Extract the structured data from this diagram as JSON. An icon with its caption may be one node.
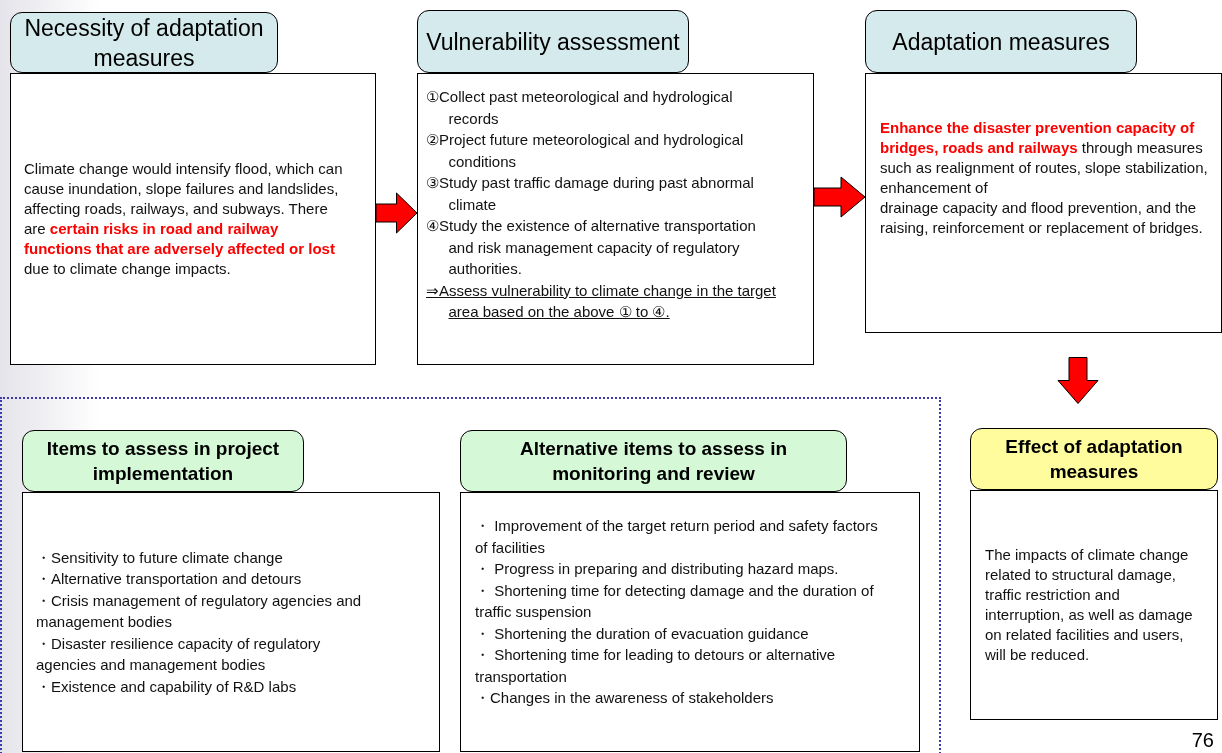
{
  "diagram": {
    "nodes": [
      {
        "text": [
          "Necessity of adaptation measures"
        ]
      },
      {
        "text": [
          "Climate change would intensify flood, which can cause inundation, slope failures and landslides, affecting roads, railways, and subways. There are **certain risks in road and railway functions that are adversely affected or lost** due to climate change impacts."
        ]
      },
      {
        "text": [
          "Vulnerability assessment"
        ]
      },
      {
        "text": [
          "①Collect past meteorological and hydrological records",
          "②Project future meteorological and hydrological conditions",
          "③Study past traffic damage during past abnormal climate",
          "④Study the existence of alternative transportation and risk management capacity of regulatory authorities.",
          "⇒Assess vulnerability to climate change in the target area based on the above ① to ④."
        ]
      },
      {
        "text": [
          "Adaptation measures"
        ]
      },
      {
        "text": [
          "**Enhance the disaster prevention capacity of bridges, roads and railways** through measures such as realignment of routes, slope stabilization, enhancement of",
          "drainage capacity and flood prevention, and the raising, reinforcement or replacement of bridges."
        ]
      },
      {
        "text": [],
        "shape": "box"
      },
      {
        "text": [
          "Items to assess in project implementation"
        ],
        "in": 6
      },
      {
        "text": [
          "・Sensitivity to future climate change",
          "・Alternative transportation and detours",
          "・Crisis management of regulatory agencies and management bodies",
          "・Disaster resilience capacity of regulatory agencies and management bodies",
          "・Existence and capability of R&D labs"
        ],
        "in": 6
      },
      {
        "text": [
          "Alternative items to assess in monitoring and review"
        ],
        "in": 6
      },
      {
        "text": [
          "・ Improvement of the target return period and safety factors of facilities",
          "・ Progress in preparing and distributing hazard maps.",
          "・ Shortening time for detecting damage and the duration of traffic suspension",
          "・ Shortening the duration of evacuation guidance",
          "・ Shortening time for leading to detours or alternative transportation",
          "・Changes in the awareness of stakeholders"
        ],
        "in": 6
      },
      {
        "text": [
          "Effect of adaptation measures"
        ]
      },
      {
        "text": [
          "The impacts of climate change related to structural damage, traffic restriction and interruption, as well as damage on related facilities and users, will be reduced."
        ]
      }
    ],
    "edges": [
      {
        "from": 1,
        "to": 3,
        "arrow": "to"
      },
      {
        "from": 3,
        "to": 5,
        "arrow": "to"
      },
      {
        "from": 5,
        "to": 11,
        "arrow": "to"
      }
    ],
    "labels": [
      "76"
    ]
  }
}
